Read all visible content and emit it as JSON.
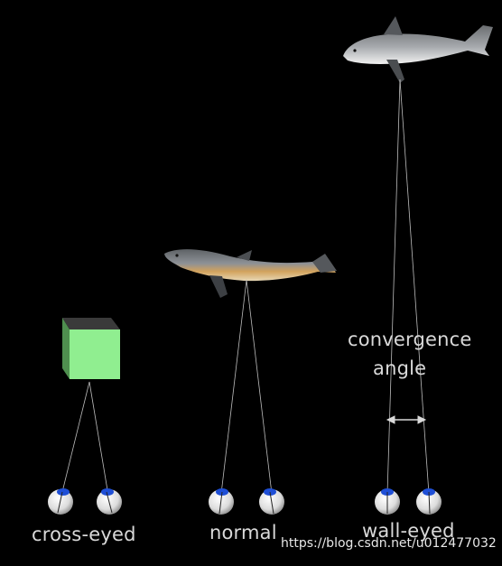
{
  "labels": {
    "cross_eyed": "cross-eyed",
    "normal": "normal",
    "wall_eyed": "wall-eyed",
    "convergence_line1": "convergence",
    "convergence_line2": "angle"
  },
  "watermark": "https://blog.csdn.net/u012477032",
  "icons": {
    "cube": "green-cube-icon",
    "dolphin": "dolphin-icon",
    "shark": "shark-icon",
    "eyeball": "eyeball-icon"
  },
  "colors": {
    "background": "#000000",
    "cube_face": "#90ee90",
    "cube_side": "#4f8f4f",
    "cube_top": "#3a3a3a",
    "iris": "#1f4fd6",
    "sight_line": "#bdbdbd",
    "text": "#d9d9d9"
  }
}
